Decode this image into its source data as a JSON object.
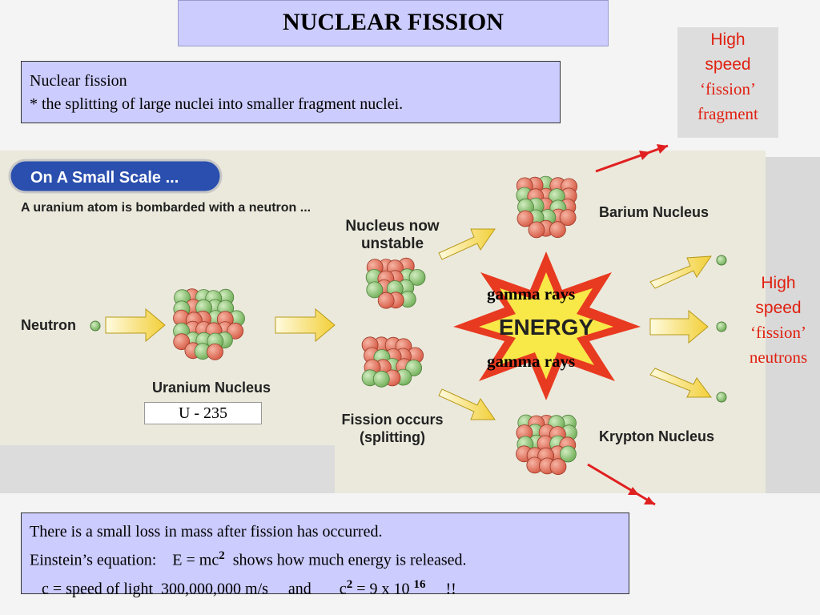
{
  "title": "NUCLEAR  FISSION",
  "definition": {
    "line1": "Nuclear fission",
    "line2": "*  the splitting of large nuclei into smaller fragment nuclei."
  },
  "fragment_label": {
    "line1": "High",
    "line2": "speed",
    "line3": "‘fission’",
    "line4": "fragment"
  },
  "neutron_label": {
    "line1": "High",
    "line2": "speed",
    "line3": "‘fission’",
    "line4": "neutrons"
  },
  "diagram": {
    "banner": "On A Small Scale ...",
    "subtitle": "A uranium atom is bombarded with a neutron ...",
    "neutron": "Neutron",
    "uranium": "Uranium Nucleus",
    "u235": "U - 235",
    "unstable_line1": "Nucleus now",
    "unstable_line2": "unstable",
    "fission_line1": "Fission occurs",
    "fission_line2": "(splitting)",
    "energy": "ENERGY",
    "gamma_top": "gamma rays",
    "gamma_bottom": "gamma rays",
    "barium": "Barium Nucleus",
    "krypton": "Krypton Nucleus"
  },
  "equation": {
    "line1": "There is a small loss in mass after fission has occurred.",
    "line2_a": "Einstein’s equation:    E = mc",
    "line2_sup": "2",
    "line2_b": "  shows how much energy is released.",
    "line3_a": "   c = speed of light  300,000,000 m/s     and       c",
    "line3_sup": "2",
    "line3_b": " = 9 x 10 ",
    "line3_sup2": "16",
    "line3_c": "     !!"
  },
  "colors": {
    "box_fill": "#ccccff",
    "red_text": "#e02010",
    "proton": "#e0705a",
    "neutron": "#8cc070",
    "arrow": "#f2cf38",
    "energy_star": "#e83a20",
    "energy_inner": "#f8e848"
  }
}
